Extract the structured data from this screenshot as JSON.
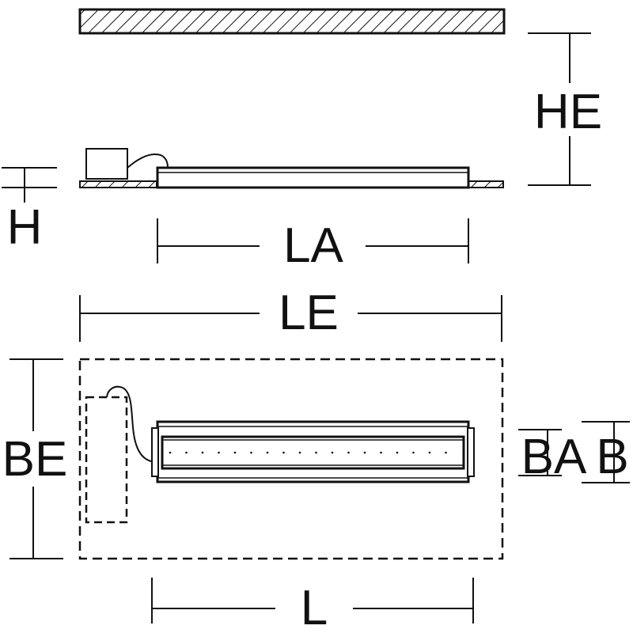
{
  "labels": {
    "he": "HE",
    "h": "H",
    "la": "LA",
    "le": "LE",
    "be": "BE",
    "ba": "BA",
    "b": "B",
    "l": "L"
  },
  "colors": {
    "line": "#111111",
    "background": "#ffffff"
  }
}
